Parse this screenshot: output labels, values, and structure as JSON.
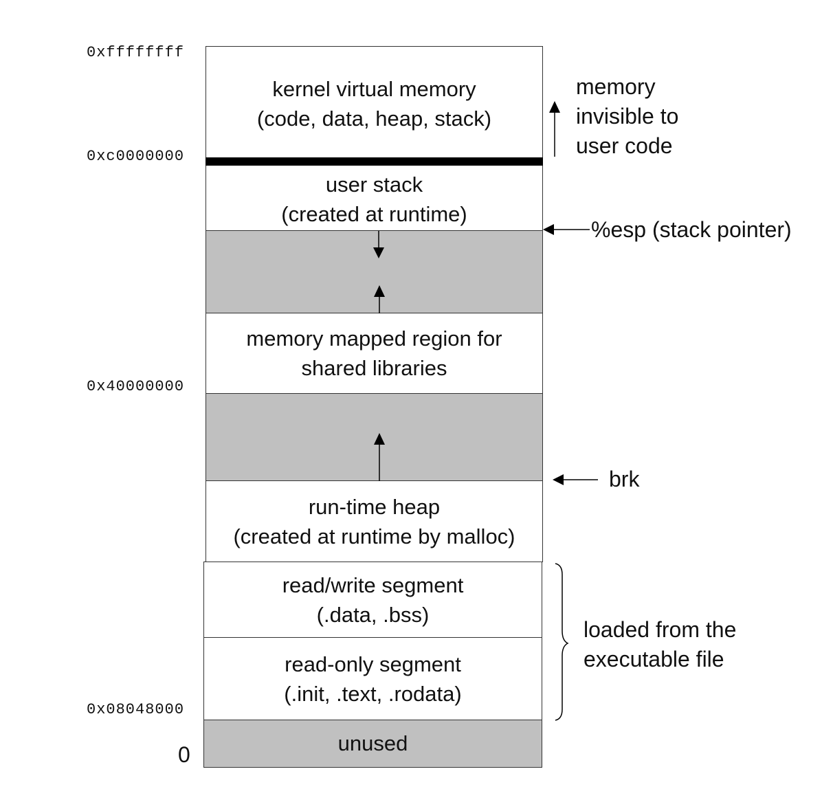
{
  "addresses": {
    "top": "0xffffffff",
    "kernel_boundary": "0xc0000000",
    "shared_libs": "0x40000000",
    "text_start": "0x08048000",
    "zero": "0"
  },
  "segments": {
    "kernel": {
      "line1": "kernel virtual memory",
      "line2": "(code, data, heap, stack)"
    },
    "user_stack": {
      "line1": "user stack",
      "line2": "(created at runtime)"
    },
    "mmap": {
      "line1": "memory mapped region for",
      "line2": "shared libraries"
    },
    "heap": {
      "line1": "run-time heap",
      "line2": "(created at runtime by malloc)"
    },
    "rw": {
      "line1": "read/write segment",
      "line2": "(.data, .bss)"
    },
    "ro": {
      "line1": "read-only segment",
      "line2": "(.init, .text, .rodata)"
    },
    "unused": {
      "line1": "unused"
    }
  },
  "annotations": {
    "kernel_note": {
      "line1": "memory",
      "line2": "invisible to",
      "line3": "user code"
    },
    "esp": "%esp (stack pointer)",
    "brk": "brk",
    "loaded": {
      "line1": "loaded from the",
      "line2": "executable file"
    }
  },
  "colors": {
    "gap_fill": "#c0c0c0",
    "line": "#000000"
  }
}
